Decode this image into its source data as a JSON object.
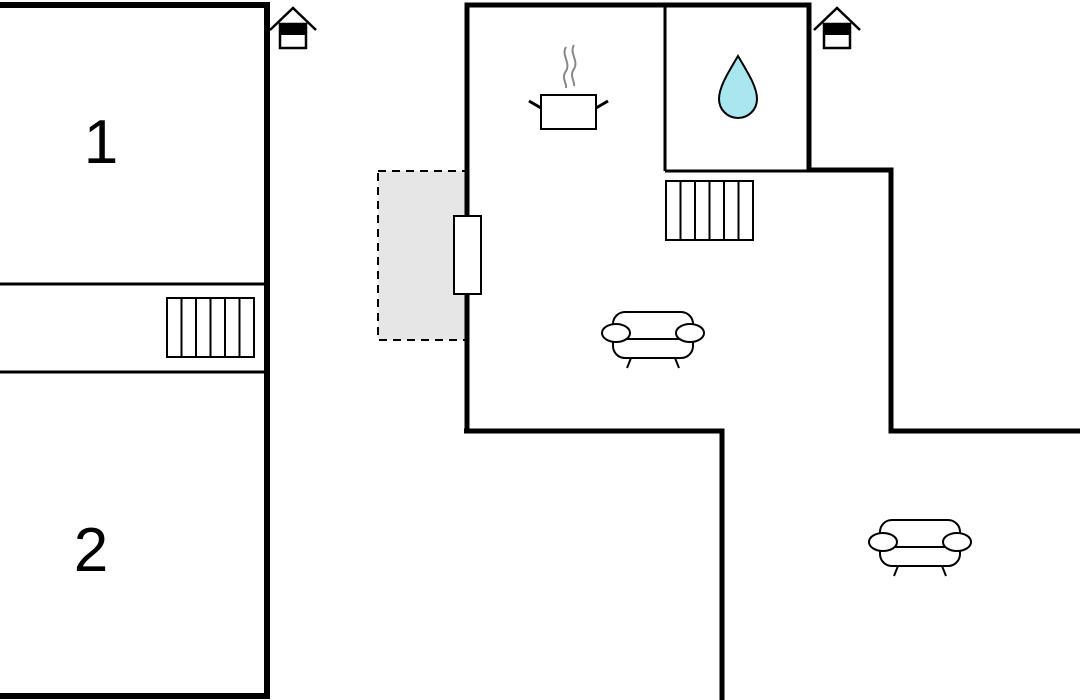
{
  "floorplan": {
    "rooms": [
      {
        "id": "bedroom-1",
        "label": "1"
      },
      {
        "id": "bedroom-2",
        "label": "2"
      }
    ],
    "icons": [
      "house-entrance-icon",
      "house-entrance-icon",
      "cooking-pot-icon",
      "water-drop-icon",
      "stairs-icon",
      "stairs-icon",
      "sofa-icon",
      "sofa-icon",
      "door-icon"
    ],
    "colors": {
      "wall": "#000000",
      "background": "#ffffff",
      "terrace_fill": "#e6e6e6",
      "water_drop": "#a8e6f0"
    }
  }
}
